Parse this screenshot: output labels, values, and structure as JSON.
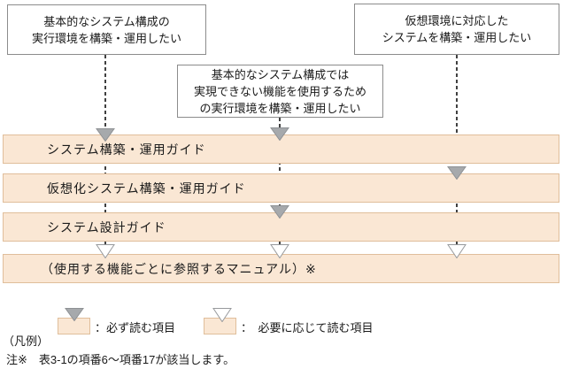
{
  "boxes": {
    "basic_config": {
      "lines": [
        "基本的なシステム構成の",
        "実行環境を構築・運用したい"
      ]
    },
    "advanced_features": {
      "lines": [
        "基本的なシステム構成では",
        "実現できない機能を使用するため",
        "の実行環境を構築・運用したい"
      ]
    },
    "virtual_env": {
      "lines": [
        "仮想環境に対応した",
        "システムを構築・運用したい"
      ]
    }
  },
  "guides": [
    {
      "label": "システム構築・運用ガイド"
    },
    {
      "label": "仮想化システム構築・運用ガイド"
    },
    {
      "label": "システム設計ガイド"
    },
    {
      "label": "（使用する機能ごとに参照するマニュアル）※"
    }
  ],
  "legend": {
    "title": "（凡例）",
    "items": [
      {
        "label": "：必ず読む項目",
        "arrow": "filled"
      },
      {
        "label": "：　必要に応じて読む項目",
        "arrow": "outline"
      }
    ]
  },
  "note": "注※　表3-1の項番6～項番17が該当します。",
  "colors": {
    "bar_fill": "#FAE7D4",
    "bar_border": "#E0BE9B",
    "arrow_fill": "#A6A9AC",
    "arrow_stroke": "#8E9194",
    "outline_arrow_fill": "#FFFFFF",
    "outline_arrow_stroke": "#97999C",
    "box_border": "#8C8C8C",
    "dash": "#404040",
    "text": "#1A1A1A"
  }
}
